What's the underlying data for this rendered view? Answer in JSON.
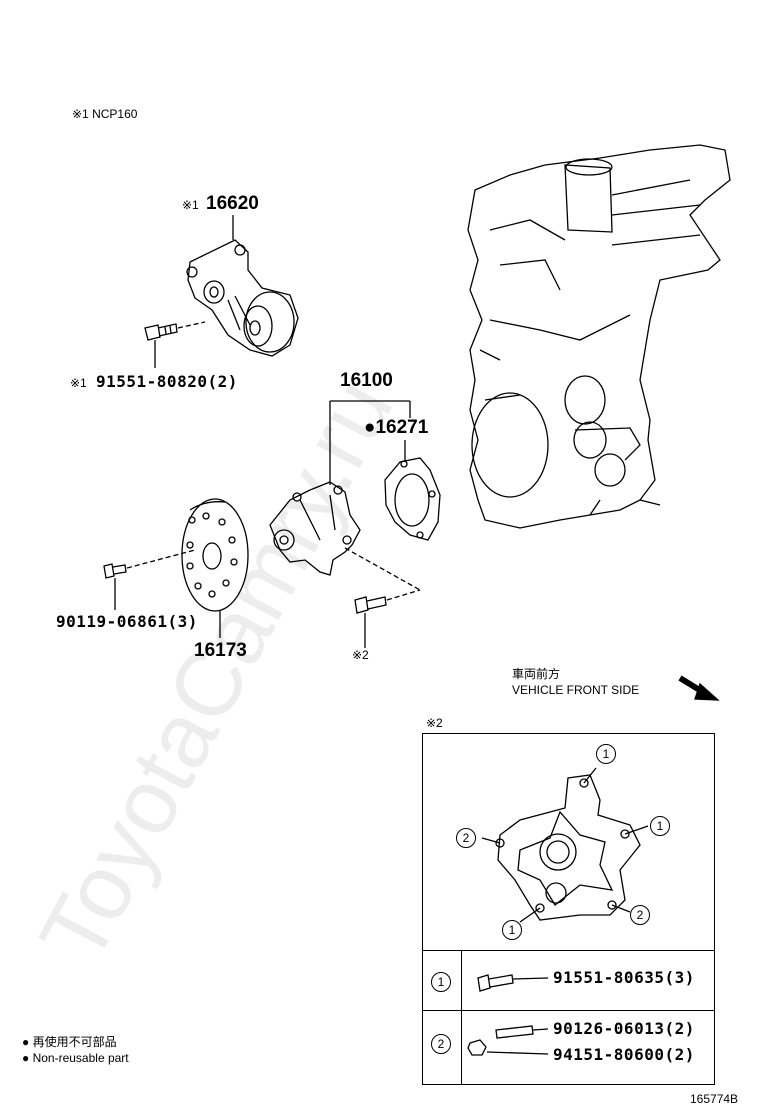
{
  "notes": {
    "variant_note": "※1 NCP160",
    "ref_mark_1": "※1",
    "ref_mark_2": "※2",
    "inset_mark": "※2"
  },
  "parts": {
    "tensioner": "16620",
    "tensioner_bolt": "91551-80820(2)",
    "water_pump_assy": "16100",
    "gasket": "●16271",
    "pump_pulley": "16173",
    "pulley_bolt": "90119-06861(3)"
  },
  "direction": {
    "jp": "車両前方",
    "en": "VEHICLE FRONT SIDE"
  },
  "inset": {
    "callout_1": "1",
    "callout_2": "2",
    "row1_key": "1",
    "row1_part": "91551-80635(3)",
    "row2_key": "2",
    "row2_part_a": "90126-06013(2)",
    "row2_part_b": "94151-80600(2)"
  },
  "legend": {
    "jp": "● 再使用不可部品",
    "en": "● Non-reusable part"
  },
  "figure_id": "165774B",
  "watermark": "ToyotaCamry.ru"
}
